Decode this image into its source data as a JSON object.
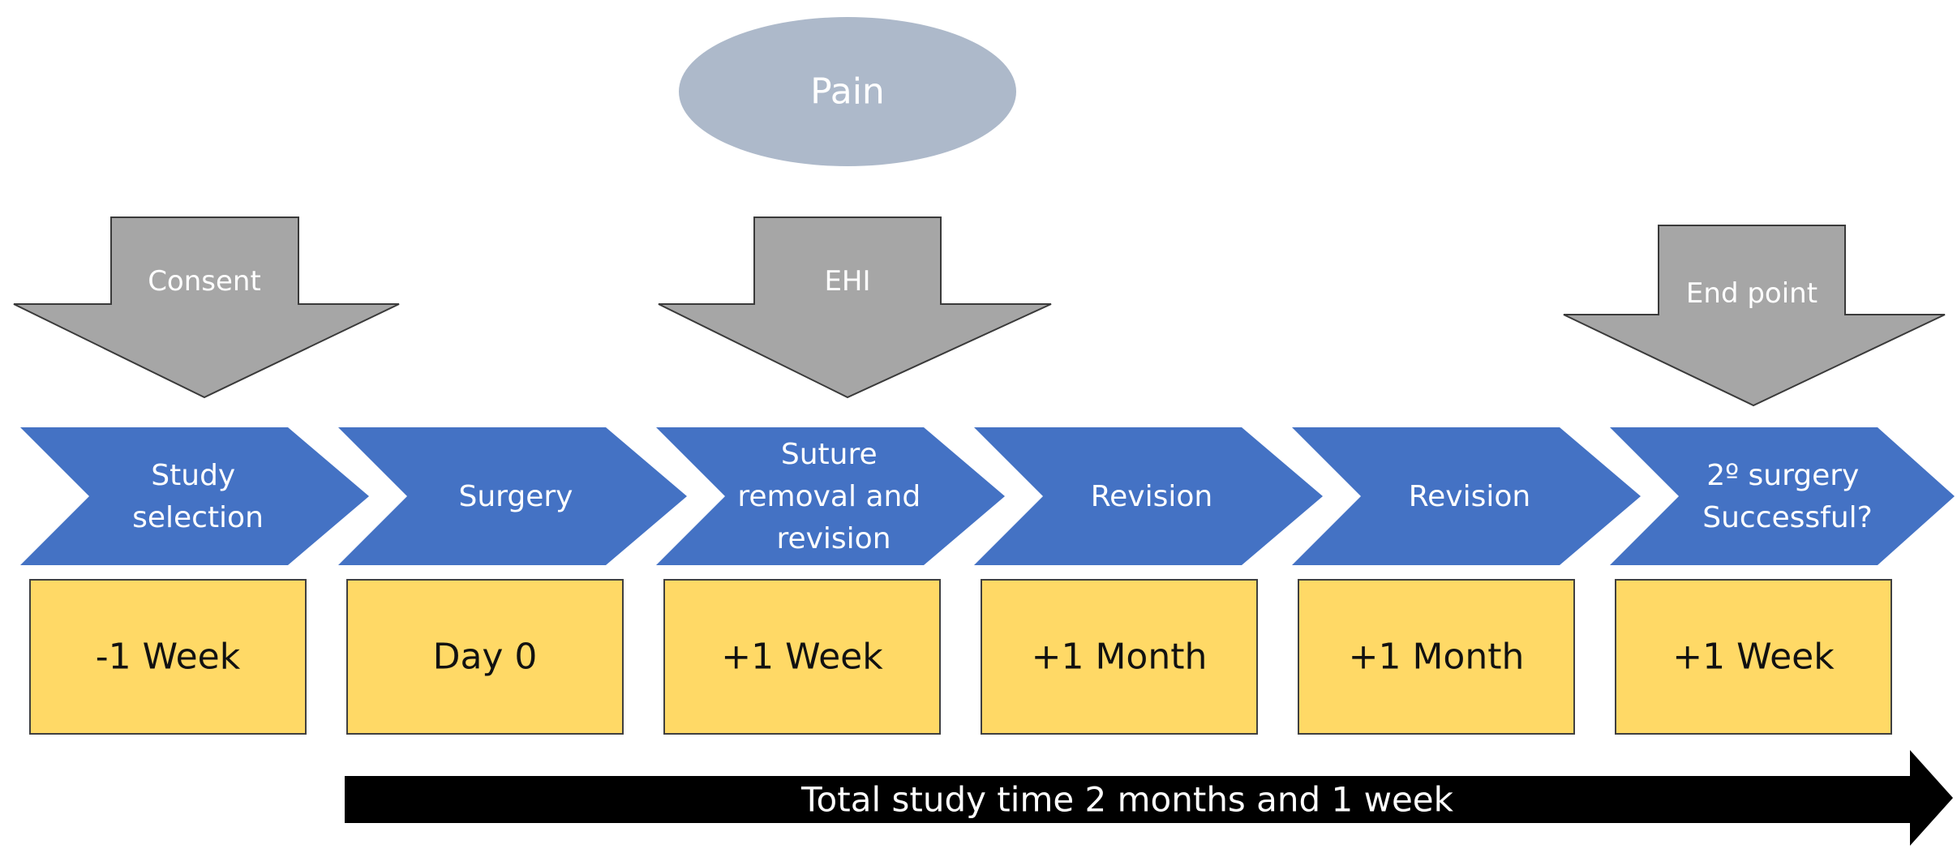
{
  "colors": {
    "chevron": "#4472c4",
    "callout_arrow": "#a6a6a6",
    "time_box": "#ffd966",
    "oval": "#adb9ca",
    "timeline_arrow": "#000000"
  },
  "oval": {
    "label": "Pain"
  },
  "callouts": [
    {
      "label": "Consent",
      "step": 0
    },
    {
      "label": "EHI",
      "step": 2
    },
    {
      "label": "End point",
      "step": 5
    }
  ],
  "steps": [
    {
      "lines": [
        "Study",
        "selection"
      ],
      "time": "-1 Week"
    },
    {
      "lines": [
        "Surgery"
      ],
      "time": "Day 0"
    },
    {
      "lines": [
        "Suture",
        "removal and",
        "revision"
      ],
      "time": "+1 Week"
    },
    {
      "lines": [
        "Revision"
      ],
      "time": "+1 Month"
    },
    {
      "lines": [
        "Revision"
      ],
      "time": "+1 Month"
    },
    {
      "lines": [
        "2º surgery",
        "Successful?"
      ],
      "time": "+1 Week"
    }
  ],
  "timeline": {
    "label": "Total study time 2 months and 1 week"
  }
}
